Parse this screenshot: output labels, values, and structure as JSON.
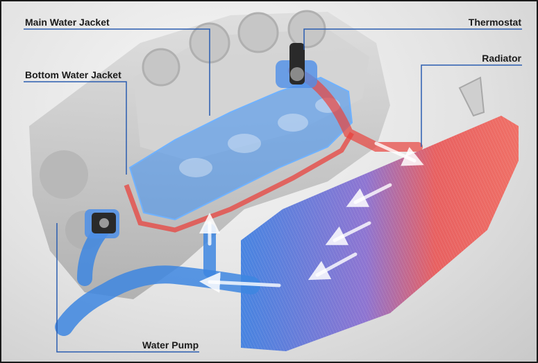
{
  "labels": {
    "main_water_jacket": "Main Water Jacket",
    "bottom_water_jacket": "Bottom Water Jacket",
    "thermostat": "Thermostat",
    "radiator": "Radiator",
    "water_pump": "Water Pump"
  },
  "colors": {
    "hot": "#e8433d",
    "cold": "#3d86e0",
    "leader_line": "#2a5db0",
    "engine": "#bdbdbd"
  }
}
